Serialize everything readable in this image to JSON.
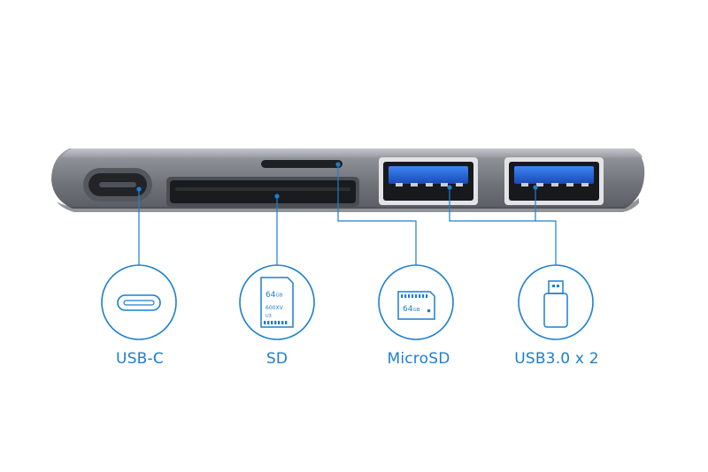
{
  "ports": {
    "usb_c": {
      "label": "USB-C"
    },
    "sd": {
      "label": "SD",
      "card_capacity": "64",
      "card_unit": "GB",
      "card_speed": "600XV",
      "card_class": "U3"
    },
    "microsd": {
      "label": "MicroSD",
      "card_capacity": "64",
      "card_unit": "GB"
    },
    "usb3": {
      "label": "USB3.0 x 2"
    }
  },
  "colors": {
    "accent": "#1c7fcf",
    "usb_blue": "#1e63d6",
    "hub_body": "#8a8d93",
    "hub_dark": "#3b3e44"
  }
}
